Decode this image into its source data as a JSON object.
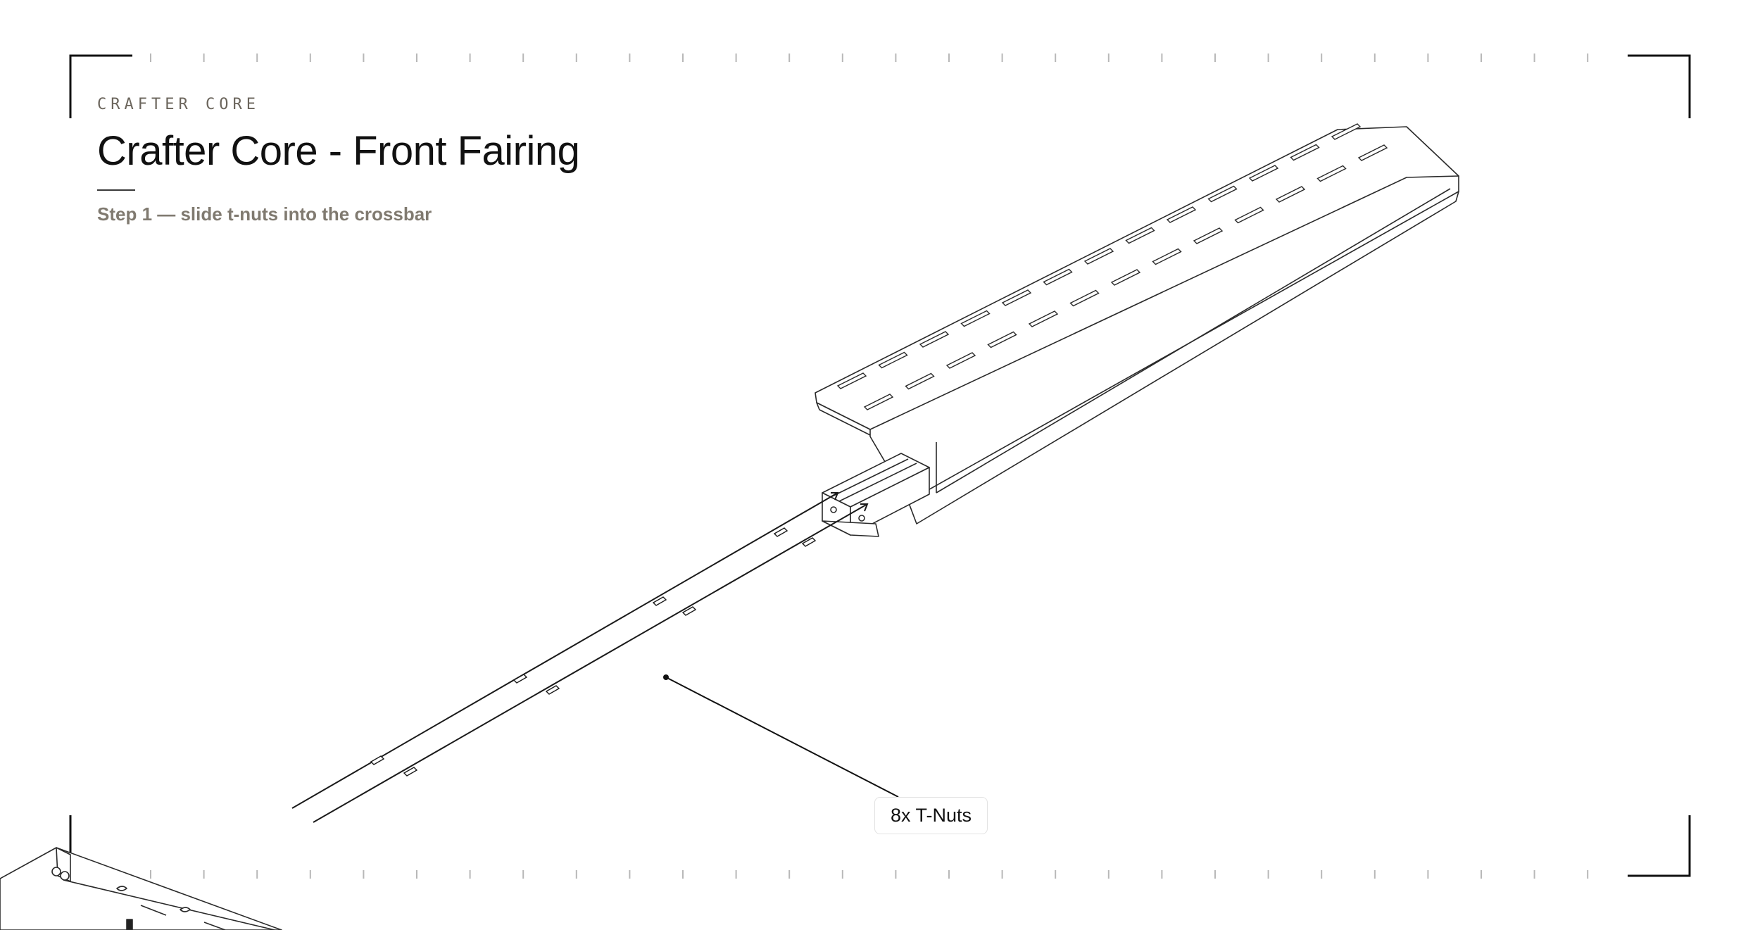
{
  "header": {
    "brand": "CRAFTER CORE",
    "title": "Crafter Core - Front Fairing",
    "subtitle": "Step 1 — slide t-nuts into the crossbar"
  },
  "callouts": [
    {
      "label": "8x T-Nuts"
    }
  ],
  "colors": {
    "ink": "#111111",
    "muted": "#807a70",
    "brand": "#6b655c",
    "line": "#222222"
  }
}
